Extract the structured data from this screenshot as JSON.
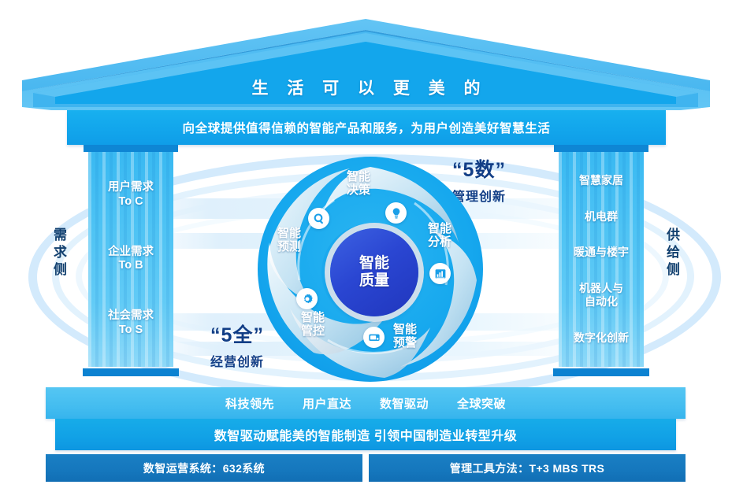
{
  "pediment": {
    "title": "生 活 可 以 更 美 的"
  },
  "mission": {
    "text": "向全球提供值得信赖的智能产品和服务，为用户创造美好智慧生活"
  },
  "columns": {
    "left": {
      "side_label": "需求侧",
      "items": [
        {
          "label": "用户需求\nTo C"
        },
        {
          "label": "企业需求\nTo B"
        },
        {
          "label": "社会需求\nTo S"
        }
      ]
    },
    "right": {
      "side_label": "供给侧",
      "items": [
        {
          "label": "智慧家居"
        },
        {
          "label": "机电群"
        },
        {
          "label": "暖通与楼宇"
        },
        {
          "label": "机器人与\n自动化"
        },
        {
          "label": "数字化创新"
        }
      ]
    }
  },
  "callouts": {
    "quan": {
      "big": "“5全”",
      "sub": "经营创新"
    },
    "shu": {
      "big": "“5数”",
      "sub": "管理创新"
    }
  },
  "spiral": {
    "core": "智能\n质量",
    "segments": [
      {
        "label": "智能\n决策",
        "icon": "lightbulb-icon"
      },
      {
        "label": "智能\n分析",
        "icon": "bar-chart-icon"
      },
      {
        "label": "智能\n预警",
        "icon": "monitor-icon"
      },
      {
        "label": "智能\n管控",
        "icon": "gear-icon"
      },
      {
        "label": "智能\n预测",
        "icon": "magnifier-icon"
      }
    ]
  },
  "tiers": {
    "values": [
      {
        "label": "科技领先"
      },
      {
        "label": "用户直达"
      },
      {
        "label": "数智驱动"
      },
      {
        "label": "全球突破"
      }
    ],
    "vision": "数智驱动赋能美的智能制造   引领中国制造业转型升级",
    "plinth": [
      {
        "label": "数智运营系统：632系统"
      },
      {
        "label": "管理工具方法：T+3  MBS  TRS"
      }
    ]
  },
  "colors": {
    "roof_light": "#55bdf2",
    "roof_dark": "#1a7fc4",
    "banner": "#12a6ec",
    "column": "#4ec3f4",
    "core": "#2a46d2",
    "spiral": "#1aa9ee",
    "text_navy": "#123e86",
    "plinth": "#1577bd"
  }
}
